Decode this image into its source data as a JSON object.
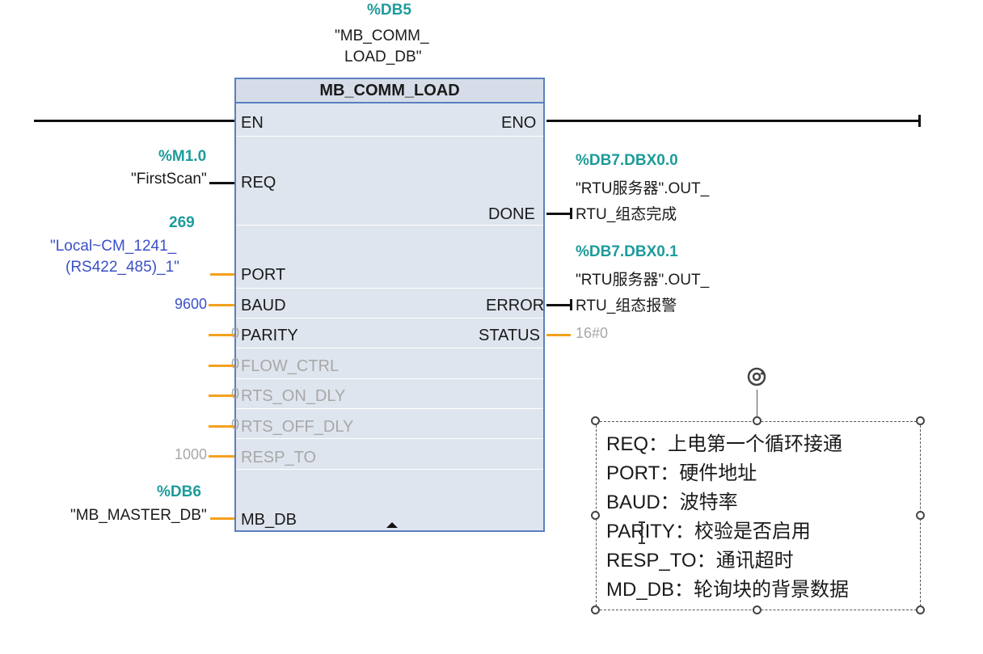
{
  "instance": {
    "db": "%DB5",
    "name_line1": "\"MB_COMM_",
    "name_line2": "LOAD_DB\""
  },
  "block": {
    "title": "MB_COMM_LOAD"
  },
  "inputs": [
    {
      "pin": "EN",
      "enabled": true
    },
    {
      "pin": "REQ",
      "address": "%M1.0",
      "tag": "\"FirstScan\""
    },
    {
      "pin": "PORT",
      "address": "269",
      "tag_line1": "\"Local~CM_1241_",
      "tag_line2": "(RS422_485)_1\""
    },
    {
      "pin": "BAUD",
      "value": "9600"
    },
    {
      "pin": "PARITY",
      "value": "0"
    },
    {
      "pin": "FLOW_CTRL",
      "value": "0"
    },
    {
      "pin": "RTS_ON_DLY",
      "value": "0"
    },
    {
      "pin": "RTS_OFF_DLY",
      "value": "0"
    },
    {
      "pin": "RESP_TO",
      "value": "1000"
    },
    {
      "pin": "MB_DB",
      "address": "%DB6",
      "tag": "\"MB_MASTER_DB\""
    }
  ],
  "outputs": [
    {
      "pin": "ENO"
    },
    {
      "pin": "DONE",
      "address": "%DB7.DBX0.0",
      "tag_line1": "\"RTU服务器\".OUT_",
      "tag_line2": "RTU_组态完成"
    },
    {
      "pin": "ERROR",
      "address": "%DB7.DBX0.1",
      "tag_line1": "\"RTU服务器\".OUT_",
      "tag_line2": "RTU_组态报警"
    },
    {
      "pin": "STATUS",
      "value": "16#0"
    }
  ],
  "note": {
    "lines": [
      "REQ：上电第一个循环接通",
      "PORT：硬件地址",
      "BAUD：波特率",
      "PARITY：校验是否启用",
      "RESP_TO：通讯超时",
      "MD_DB：轮询块的背景数据"
    ]
  },
  "colors": {
    "address": "#1e9b9b",
    "constant": "#3b4fc8",
    "wire": "#f4a11d",
    "block_fill": "#dfe5ee",
    "block_border": "#5a7fbf"
  }
}
